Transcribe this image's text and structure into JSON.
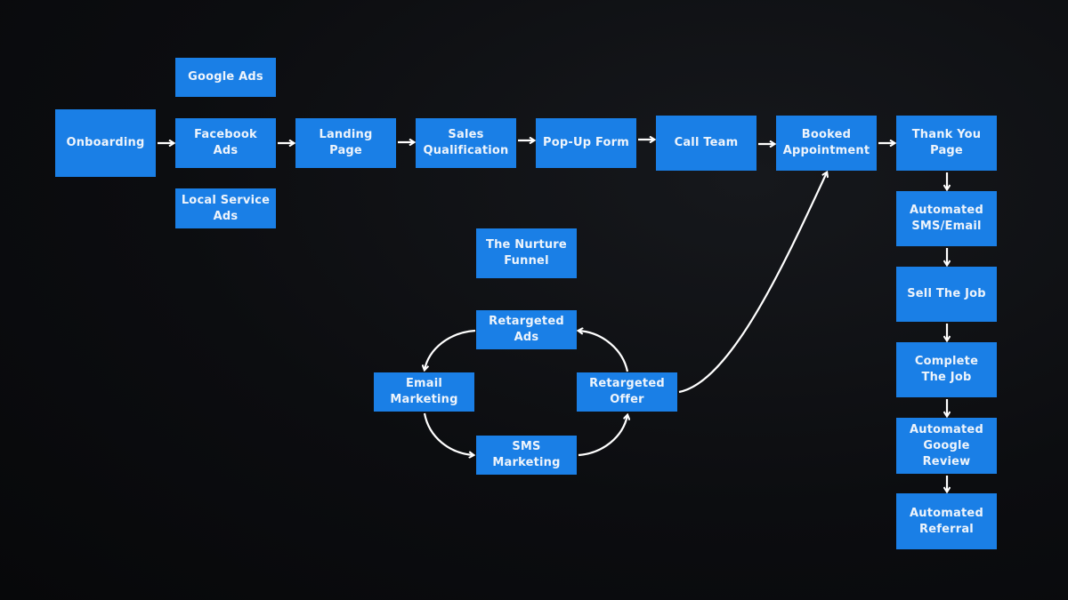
{
  "diagram": {
    "type": "flowchart",
    "background_color": "#0c0d10",
    "node_color": "#1a7fe6",
    "text_color": "#eef4fb",
    "arrow_color": "#ffffff",
    "nodes": {
      "onboarding": "Onboarding",
      "google_ads": "Google Ads",
      "facebook_ads": "Facebook Ads",
      "local_service_ads": "Local Service Ads",
      "landing_page": "Landing Page",
      "sales_qualification": "Sales Qualification",
      "popup_form": "Pop-Up Form",
      "call_team": "Call Team",
      "booked_appointment": "Booked Appointment",
      "thank_you_page": "Thank You Page",
      "automated_sms_email": "Automated SMS/Email",
      "sell_the_job": "Sell The Job",
      "complete_the_job": "Complete The Job",
      "automated_google_review": "Automated Google Review",
      "automated_referral": "Automated Referral",
      "nurture_funnel": "The Nurture Funnel",
      "retargeted_ads": "Retargeted Ads",
      "email_marketing": "Email Marketing",
      "sms_marketing": "SMS Marketing",
      "retargeted_offer": "Retargeted Offer"
    },
    "edges": [
      [
        "onboarding",
        "facebook_ads"
      ],
      [
        "facebook_ads",
        "landing_page"
      ],
      [
        "landing_page",
        "sales_qualification"
      ],
      [
        "sales_qualification",
        "popup_form"
      ],
      [
        "popup_form",
        "call_team"
      ],
      [
        "call_team",
        "booked_appointment"
      ],
      [
        "booked_appointment",
        "thank_you_page"
      ],
      [
        "thank_you_page",
        "automated_sms_email"
      ],
      [
        "automated_sms_email",
        "sell_the_job"
      ],
      [
        "sell_the_job",
        "complete_the_job"
      ],
      [
        "complete_the_job",
        "automated_google_review"
      ],
      [
        "automated_google_review",
        "automated_referral"
      ],
      [
        "retargeted_ads",
        "email_marketing"
      ],
      [
        "email_marketing",
        "sms_marketing"
      ],
      [
        "sms_marketing",
        "retargeted_offer"
      ],
      [
        "retargeted_offer",
        "retargeted_ads"
      ],
      [
        "retargeted_offer",
        "booked_appointment"
      ]
    ]
  }
}
